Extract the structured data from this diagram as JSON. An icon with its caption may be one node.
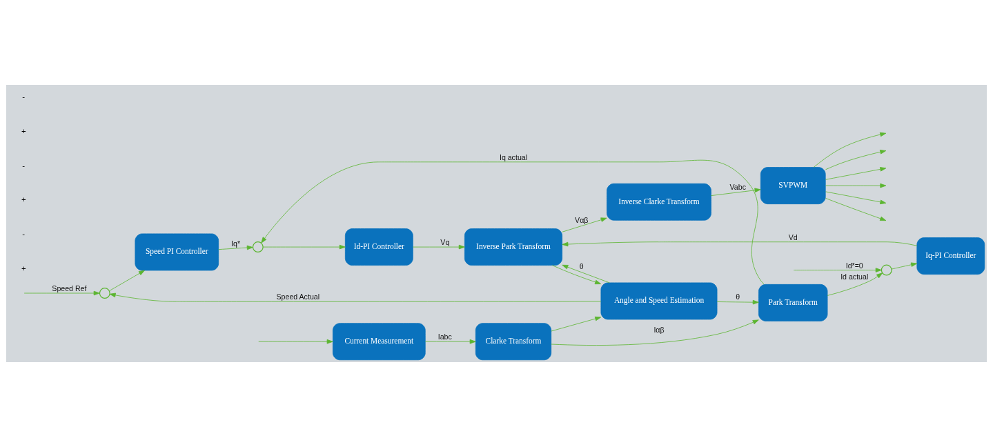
{
  "diagram": {
    "nodes": [
      {
        "text": [],
        "shape": "circle"
      },
      {
        "text": [
          "Speed PI Controller"
        ]
      },
      {
        "text": [],
        "shape": "circle"
      },
      {
        "text": [
          "Id-PI Controller"
        ]
      },
      {
        "text": [
          "Inverse Park Transform"
        ]
      },
      {
        "text": [
          "Inverse Clarke Transform"
        ]
      },
      {
        "text": [
          "SVPWM"
        ]
      },
      {
        "text": [],
        "shape": "circle"
      },
      {
        "text": [
          "Iq-PI Controller"
        ]
      },
      {
        "text": [
          "Angle and Speed Estimation"
        ]
      },
      {
        "text": [
          "Park Transform"
        ]
      },
      {
        "text": [
          "Clarke Transform"
        ]
      },
      {
        "text": [
          "Current Measurement"
        ]
      }
    ],
    "edges": [
      {
        "from": null,
        "to": 0,
        "arrow": "to",
        "label": "Speed Ref"
      },
      {
        "from": 0,
        "to": 1,
        "arrow": "to"
      },
      {
        "from": 1,
        "to": 2,
        "arrow": "to",
        "label": "Iq*"
      },
      {
        "from": 2,
        "to": 3,
        "arrow": "to"
      },
      {
        "from": 3,
        "to": 4,
        "arrow": "to",
        "label": "Vq"
      },
      {
        "from": 4,
        "to": 5,
        "arrow": "to",
        "label": "Vαβ"
      },
      {
        "from": 4,
        "to": 9,
        "arrow": "to"
      },
      {
        "from": 5,
        "to": 6,
        "arrow": "to",
        "label": "Vabc"
      },
      {
        "from": 6,
        "to": null,
        "arrow": "to"
      },
      {
        "from": 6,
        "to": null,
        "arrow": "to"
      },
      {
        "from": 6,
        "to": null,
        "arrow": "to"
      },
      {
        "from": 6,
        "to": null,
        "arrow": "to"
      },
      {
        "from": 6,
        "to": null,
        "arrow": "to"
      },
      {
        "from": 6,
        "to": null,
        "arrow": "to"
      },
      {
        "from": null,
        "to": 7,
        "arrow": "to",
        "label": "Id*=0"
      },
      {
        "from": 7,
        "to": 8,
        "arrow": "to"
      },
      {
        "from": 8,
        "to": 4,
        "arrow": "to",
        "label": "Vd"
      },
      {
        "from": 9,
        "to": 4,
        "arrow": "to",
        "label": "θ"
      },
      {
        "from": 9,
        "to": 10,
        "arrow": "to",
        "label": "θ"
      },
      {
        "from": 9,
        "to": 0,
        "arrow": "to",
        "label": "Speed Actual"
      },
      {
        "from": 10,
        "to": 7,
        "arrow": "to",
        "label": "Id actual"
      },
      {
        "from": 10,
        "to": 2,
        "arrow": "to",
        "label": "Iq actual"
      },
      {
        "from": 11,
        "to": 10,
        "arrow": "to",
        "label": "Iαβ"
      },
      {
        "from": 11,
        "to": 9,
        "arrow": "to"
      },
      {
        "from": 12,
        "to": 11,
        "arrow": "to",
        "label": "Iabc"
      },
      {
        "from": null,
        "to": 12,
        "arrow": "to"
      }
    ],
    "labels": [
      "+",
      "-",
      "+",
      "-",
      "+",
      "-"
    ]
  }
}
